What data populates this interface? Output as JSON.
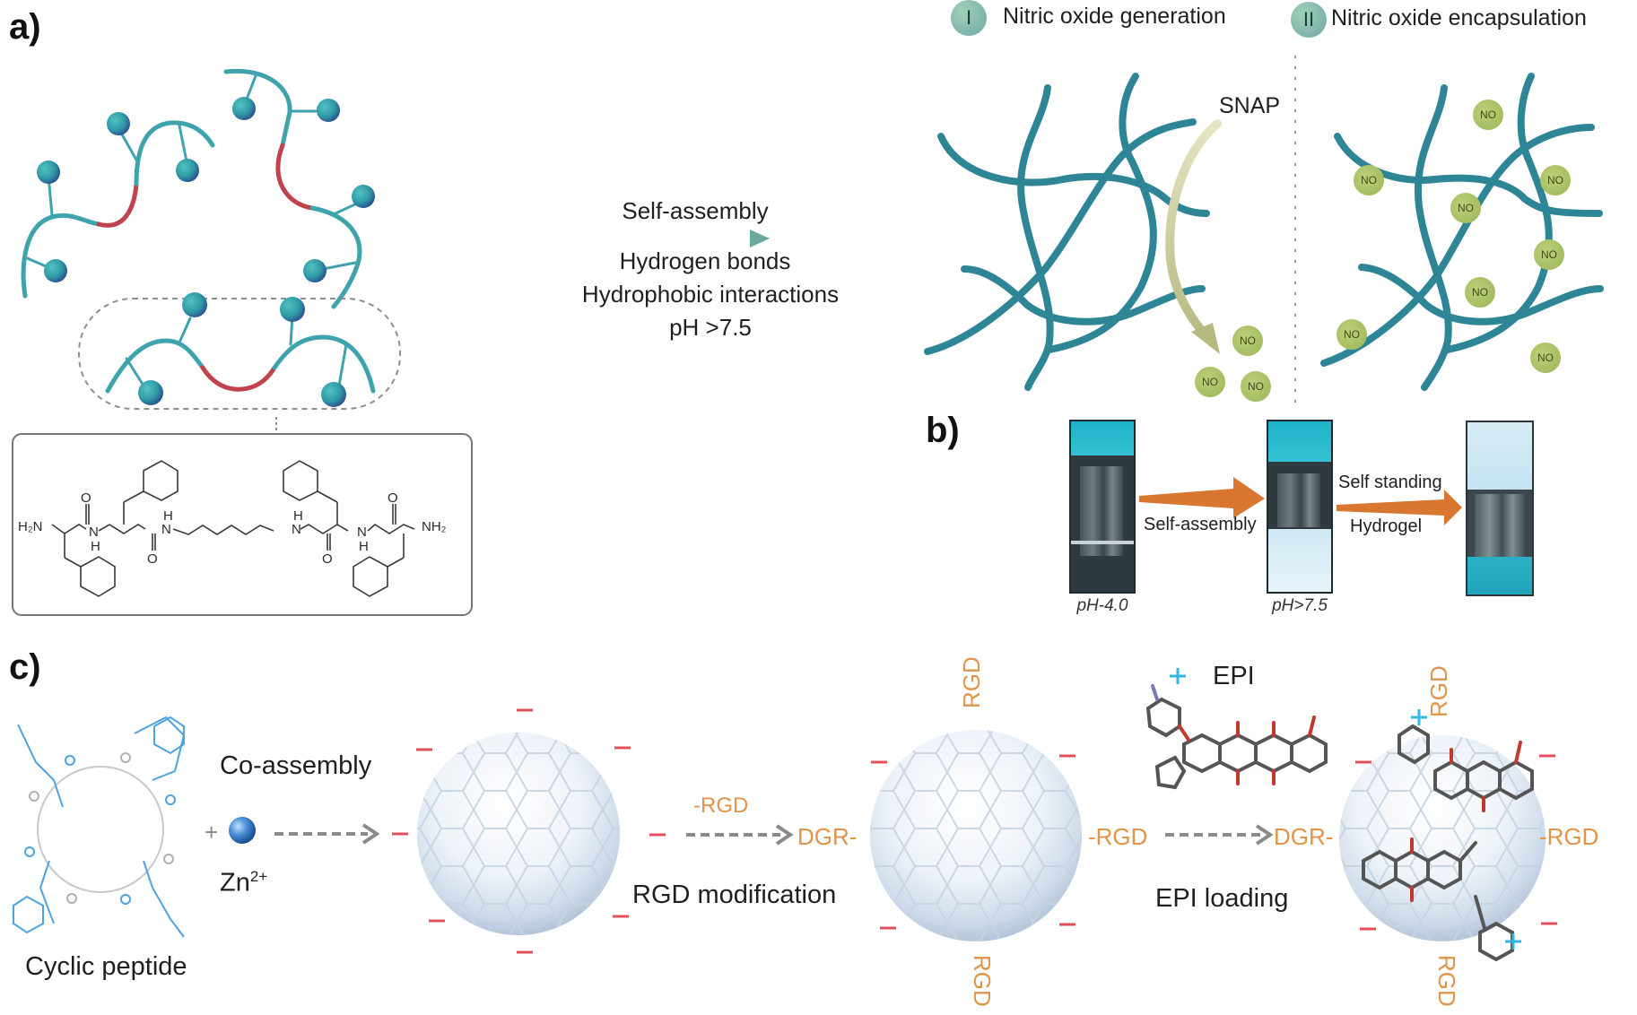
{
  "panels": {
    "a": {
      "label": "a)",
      "arrow_top": "Self-assembly",
      "conditions": [
        "Hydrogen bonds",
        "Hydrophobic interactions",
        "pH >7.5"
      ],
      "molecule": {
        "left_amine": "H₂N",
        "right_amine": "NH₂",
        "atoms_O": "O",
        "atoms_N": "N",
        "atoms_H": "H"
      },
      "stage_I": {
        "badge": "I",
        "title": "Nitric oxide generation",
        "reagent": "SNAP"
      },
      "stage_II": {
        "badge": "II",
        "title": "Nitric oxide encapsulation"
      },
      "no_label": "NO",
      "no_count_stage_I": 3,
      "no_count_stage_II": 8
    },
    "b": {
      "label": "b)",
      "arrow1": "Self-assembly",
      "arrow2_top": "Self standing",
      "arrow2_bottom": "Hydrogel",
      "vial1_label": "pH-4.0",
      "vial2_label": "pH>7.5"
    },
    "c": {
      "label": "c)",
      "cyclic_peptide": "Cyclic peptide",
      "plus": "+",
      "co_assembly": "Co-assembly",
      "zn": "Zn",
      "zn_charge": "2+",
      "rgd_reagent": "-RGD",
      "rgd_step": "RGD modification",
      "dgr": "DGR-",
      "rgd": "-RGD",
      "rgd_vertical": "RGD",
      "epi": "EPI",
      "epi_step": "EPI loading",
      "charge_symbol": "−",
      "plus_charge": "+"
    }
  },
  "colors": {
    "chain": "#3fa3ad",
    "chain_dark": "#2a8996",
    "linker": "#c0434b",
    "bead": "#2f9aa6",
    "fiber": "#2e8595",
    "no_bubble": "#a8c060",
    "snap_arrow": "#c8c890",
    "orange_arrow": "#d9762f",
    "vial_cap": "#27b7cc",
    "rgd_text": "#e09448",
    "neg_charge": "#e0505a",
    "peptide_blue": "#4ca3e0",
    "grey_arrow": "#8a8a8a"
  }
}
